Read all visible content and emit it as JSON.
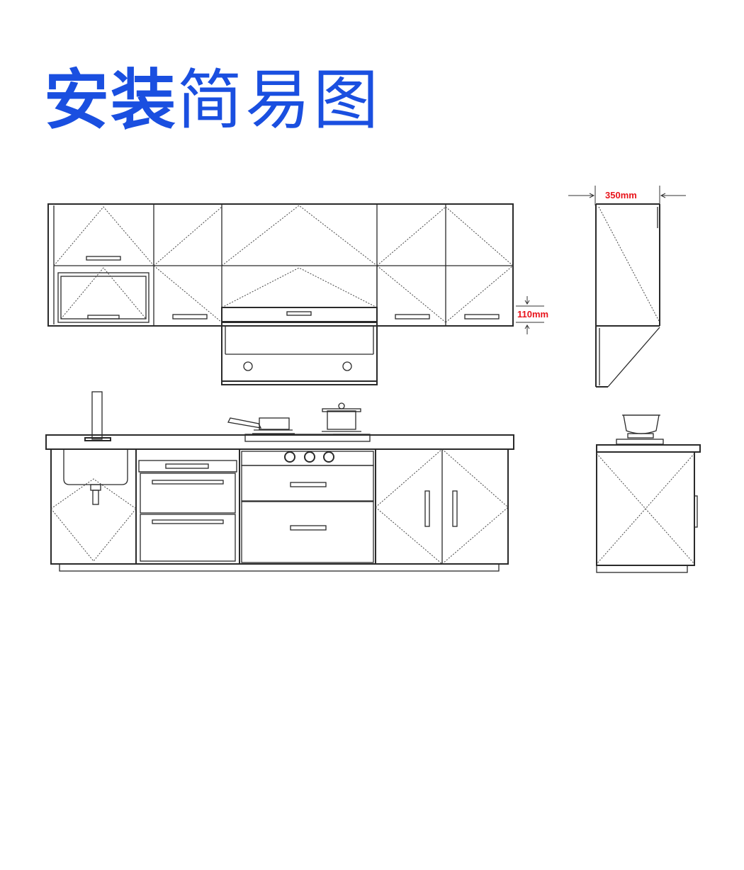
{
  "title": {
    "bold_part": "安装",
    "light_part": "简易图"
  },
  "dimensions": {
    "depth_label": "350mm",
    "gap_label": "110mm"
  },
  "colors": {
    "title": "#1a4fe0",
    "dimension_text": "#e8141b",
    "line": "#2a2a2a"
  }
}
